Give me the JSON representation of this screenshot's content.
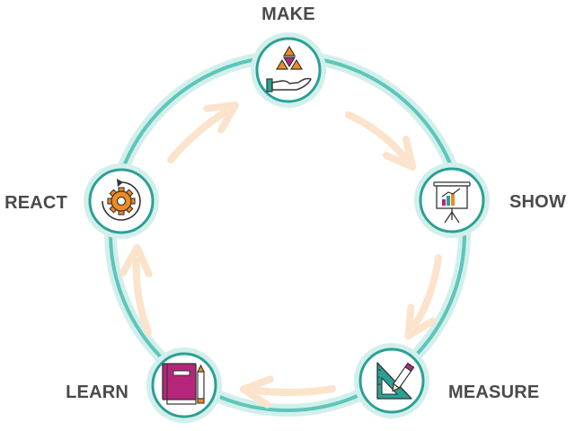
{
  "cycle": {
    "stages": [
      {
        "id": "make",
        "label": "MAKE",
        "icon": "hand-with-triangles-icon"
      },
      {
        "id": "show",
        "label": "SHOW",
        "icon": "presentation-board-chart-icon"
      },
      {
        "id": "measure",
        "label": "MEASURE",
        "icon": "set-square-and-pencil-icon"
      },
      {
        "id": "learn",
        "label": "LEARN",
        "icon": "book-and-pencil-icon"
      },
      {
        "id": "react",
        "label": "REACT",
        "icon": "gear-refresh-icon"
      }
    ],
    "colors": {
      "ring": "#5cc6b9",
      "ring_halo": "#d3efeb",
      "arrow": "#fbe3cc",
      "orange": "#f08a24",
      "magenta": "#b5267a",
      "teal": "#2aa195",
      "text": "#4a4a4a"
    }
  }
}
